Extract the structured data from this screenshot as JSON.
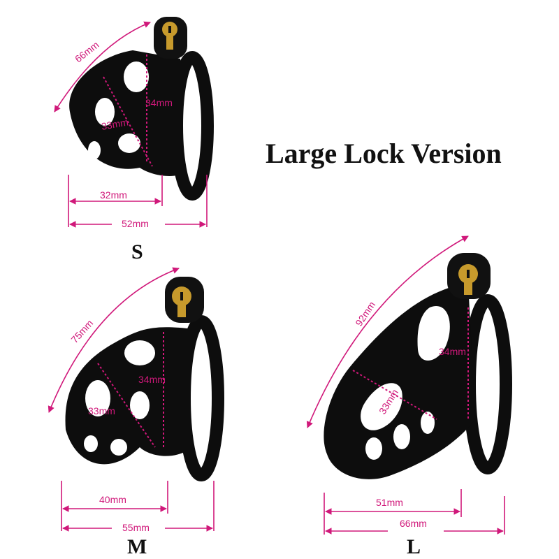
{
  "title": "Large Lock Version",
  "colors": {
    "dimension": "#d0187a",
    "product": "#0d0d0d",
    "lock": "#c79a2c"
  },
  "sizes": {
    "s": {
      "label": "S",
      "length": "66mm",
      "height": "34mm",
      "diameter": "33mm",
      "inner": "32mm",
      "total": "52mm"
    },
    "m": {
      "label": "M",
      "length": "75mm",
      "height": "34mm",
      "diameter": "33mm",
      "inner": "40mm",
      "total": "55mm"
    },
    "l": {
      "label": "L",
      "length": "92mm",
      "height": "34mm",
      "diameter": "33mm",
      "inner": "51mm",
      "total": "66mm"
    }
  }
}
